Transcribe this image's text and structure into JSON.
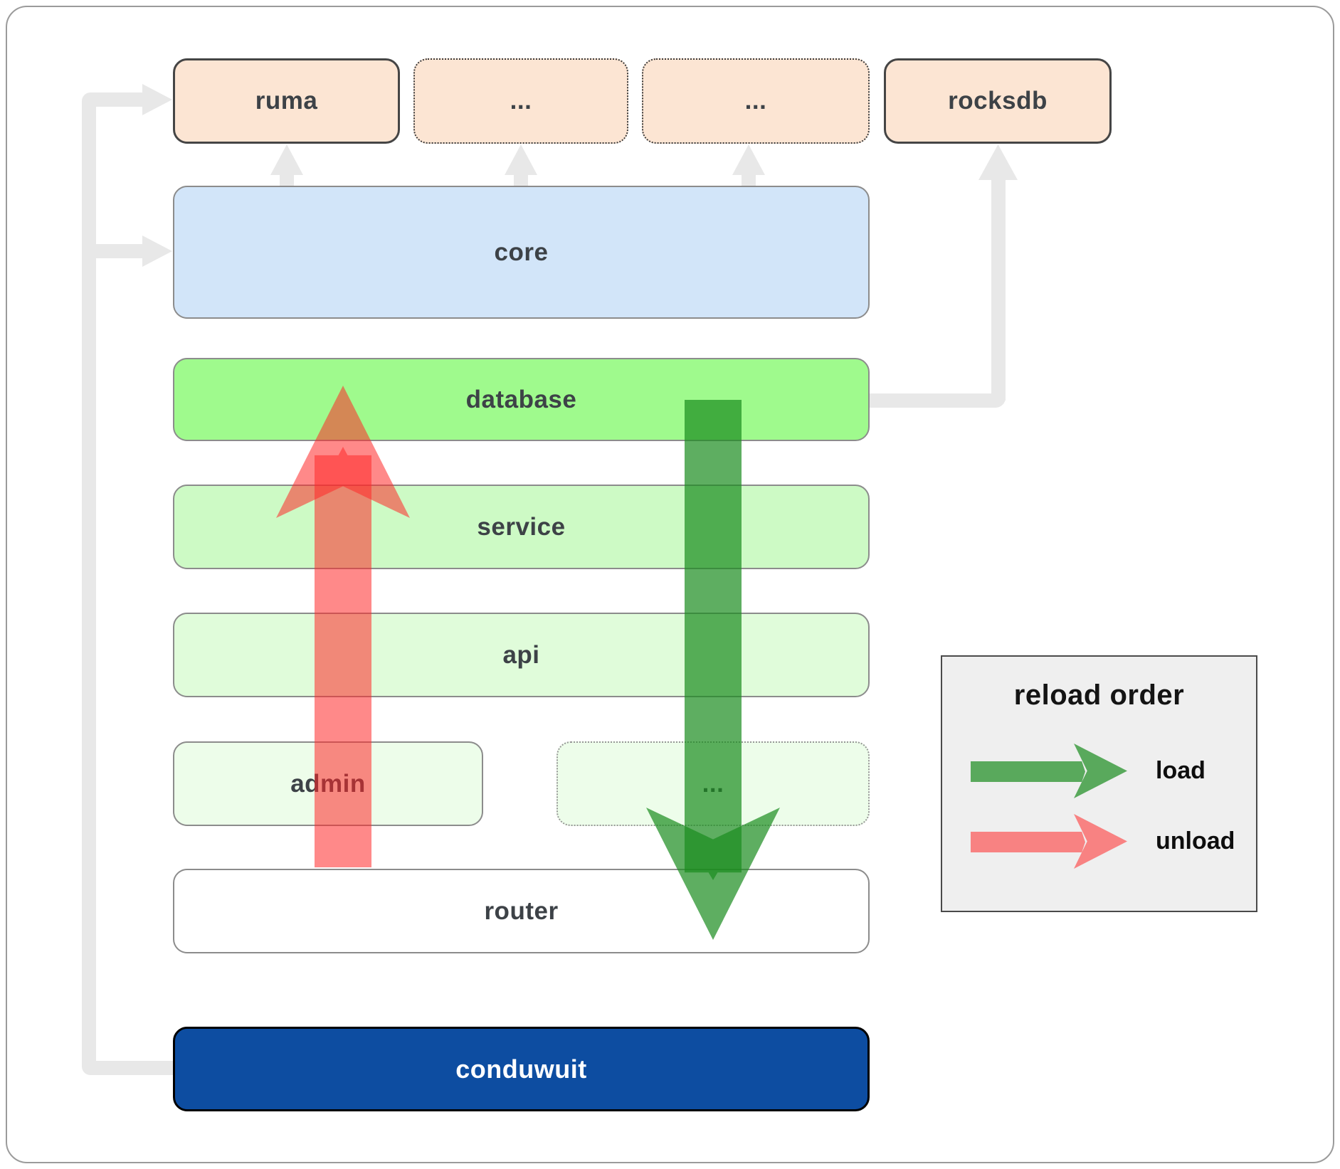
{
  "diagram": {
    "nodes": {
      "ruma": "ruma",
      "ellipsis_top_left": "...",
      "ellipsis_top_right": "...",
      "rocksdb": "rocksdb",
      "core": "core",
      "database": "database",
      "service": "service",
      "api": "api",
      "admin": "admin",
      "ellipsis_admin_row": "...",
      "router": "router",
      "conduwuit": "conduwuit"
    },
    "legend": {
      "title": "reload order",
      "entries": [
        {
          "label": "load",
          "color": "rgba(25,140,30,0.7)"
        },
        {
          "label": "unload",
          "color": "rgba(255,40,40,0.55)"
        }
      ]
    },
    "colors": {
      "load_arrow": "rgba(25,140,30,0.7)",
      "unload_arrow": "rgba(255,40,40,0.55)",
      "connector": "#e8e8e8",
      "node_peach": "#fce5d3",
      "node_blue": "#d2e5f9",
      "node_green_bright": "#9ffa8d",
      "node_green_light": "#cdfac5",
      "node_green_lighter": "#e0fcda",
      "node_green_faint": "#edfdea",
      "conduwuit_blue": "#0d4da1",
      "legend_bg": "#efefef"
    }
  }
}
